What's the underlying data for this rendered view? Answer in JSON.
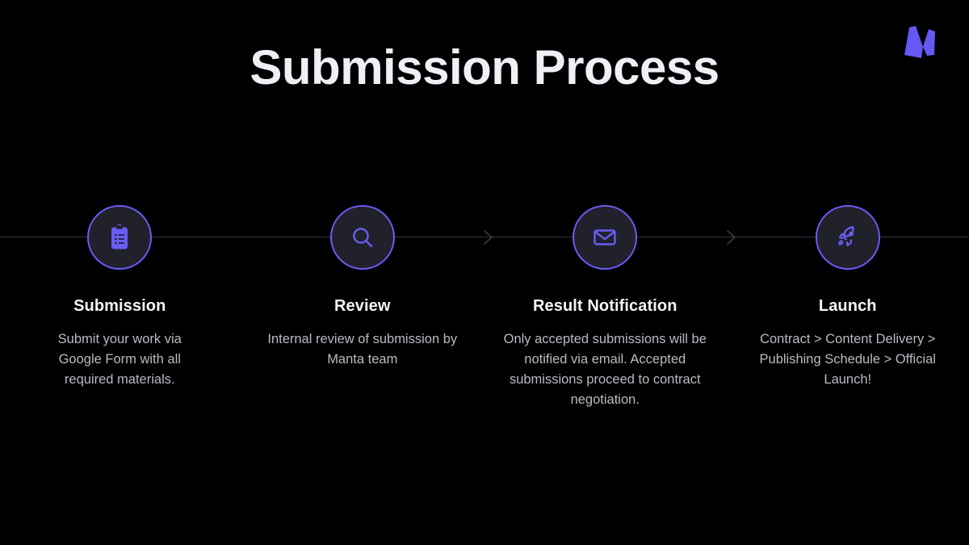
{
  "page": {
    "title": "Submission Process",
    "background_color": "#000000",
    "accent_color": "#6b5cf5",
    "title_color": "#eef0f6",
    "body_text_color": "#b9bbc4",
    "rail_color": "#33333f"
  },
  "brand": {
    "name": "manta-logo",
    "letter": "M",
    "color": "#6558f5"
  },
  "timeline": {
    "connector_icon": "chevron-right-icon",
    "steps": [
      {
        "icon": "clipboard-checklist-icon",
        "title": "Submission",
        "description": "Submit your work via Google Form with all required materials."
      },
      {
        "icon": "magnifier-search-icon",
        "title": "Review",
        "description": "Internal review of submission by Manta team"
      },
      {
        "icon": "envelope-mail-icon",
        "title": "Result Notification",
        "description": "Only accepted submissions will be notified via email. Accepted submissions proceed to contract negotiation."
      },
      {
        "icon": "rocket-launch-icon",
        "title": "Launch",
        "description": "Contract > Content Delivery > Publishing Schedule > Official Launch!"
      }
    ]
  }
}
